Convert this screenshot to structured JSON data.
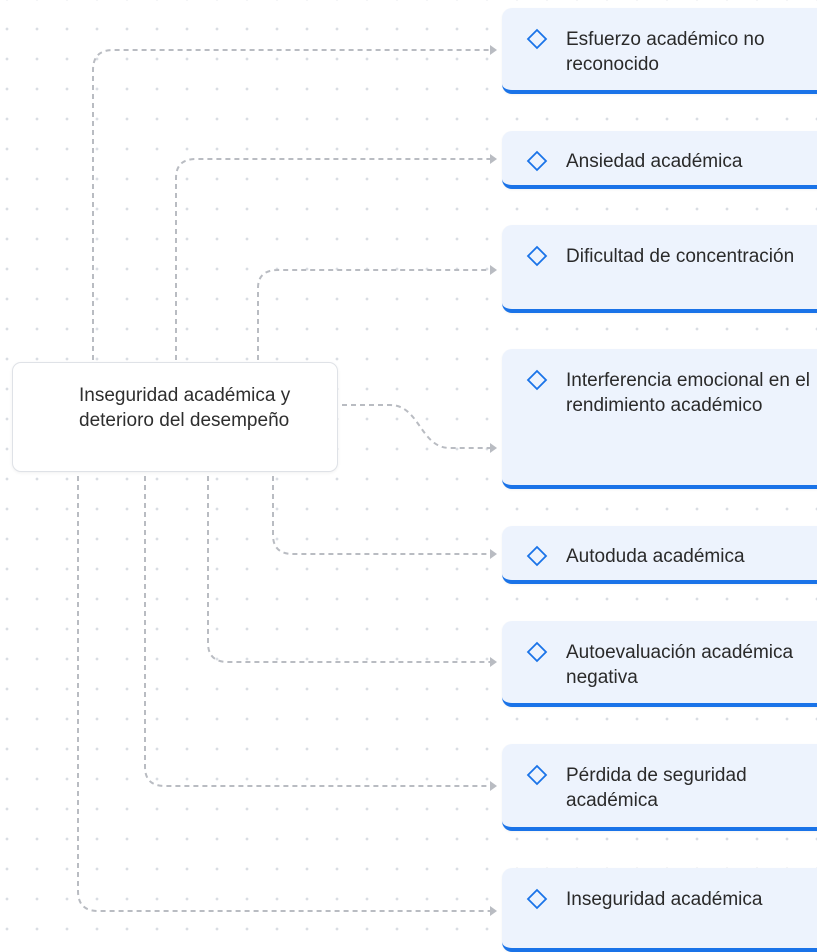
{
  "root": {
    "label": "Inseguridad académica y deterioro del desempeño"
  },
  "nodes": [
    {
      "label": "Esfuerzo académico no reconocido",
      "icon": "diamond-icon"
    },
    {
      "label": "Ansiedad académica",
      "icon": "diamond-icon"
    },
    {
      "label": "Dificultad de concentración",
      "icon": "diamond-icon"
    },
    {
      "label": "Interferencia emocional en el rendimiento académico",
      "icon": "diamond-icon"
    },
    {
      "label": "Autoduda académica",
      "icon": "diamond-icon"
    },
    {
      "label": "Autoevaluación académica negativa",
      "icon": "diamond-icon"
    },
    {
      "label": "Pérdida de seguridad académica",
      "icon": "diamond-icon"
    },
    {
      "label": "Inseguridad académica",
      "icon": "diamond-icon"
    }
  ],
  "colors": {
    "node_background": "#edf3fd",
    "node_accent": "#1a73e8",
    "connector": "#b9bcc2",
    "root_border": "#dfe2e7"
  }
}
